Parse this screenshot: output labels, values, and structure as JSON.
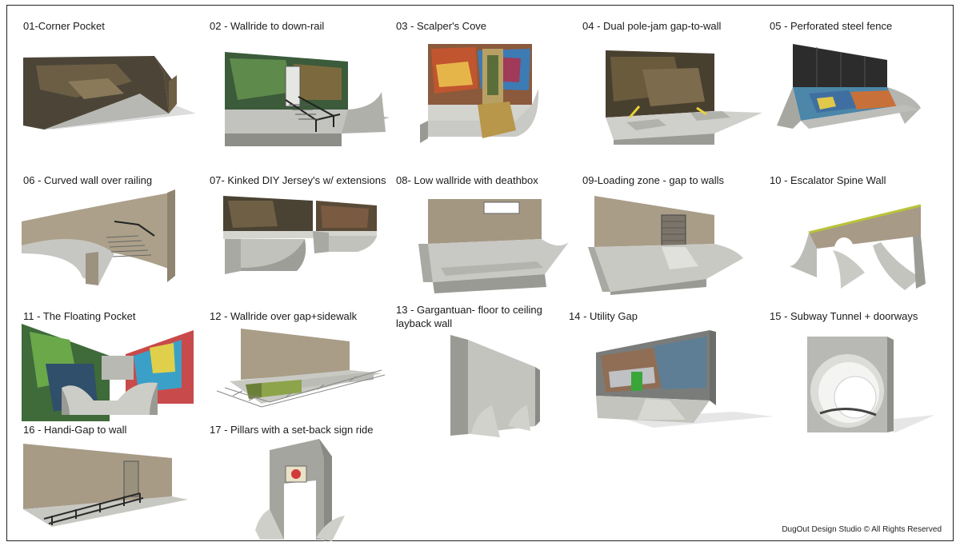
{
  "sheet": {
    "footer": "DugOut Design Studio © All Rights Reserved"
  },
  "items": [
    {
      "title": "01-Corner Pocket"
    },
    {
      "title": "02 - Wallride to down-rail"
    },
    {
      "title": "03 - Scalper's Cove"
    },
    {
      "title": "04 - Dual pole-jam gap-to-wall"
    },
    {
      "title": "05 - Perforated steel fence"
    },
    {
      "title": "06 - Curved wall over railing"
    },
    {
      "title": "07- Kinked DIY Jersey's w/ extensions"
    },
    {
      "title": "08- Low wallride with deathbox"
    },
    {
      "title": "09-Loading zone - gap to walls"
    },
    {
      "title": "10 - Escalator Spine Wall"
    },
    {
      "title": "11 - The Floating Pocket"
    },
    {
      "title": "12 - Wallride over gap+sidewalk"
    },
    {
      "title": "13 - Gargantuan- floor to ceiling layback wall"
    },
    {
      "title": "14 - Utility Gap"
    },
    {
      "title": "15 - Subway Tunnel + doorways"
    },
    {
      "title": "16 - Handi-Gap to wall"
    },
    {
      "title": "17 - Pillars with a set-back sign ride"
    }
  ],
  "palette": {
    "concrete": "#b9b9b5",
    "concrete_dark": "#8f8f8a",
    "brick": "#a59a86",
    "graffiti_a": "#4e5a3e",
    "graffiti_b": "#7a4a3a",
    "graffiti_c": "#3f6fa0",
    "steel": "#2d2d2d",
    "grass": "#8da44a",
    "shadow": "#d8d8d8"
  }
}
